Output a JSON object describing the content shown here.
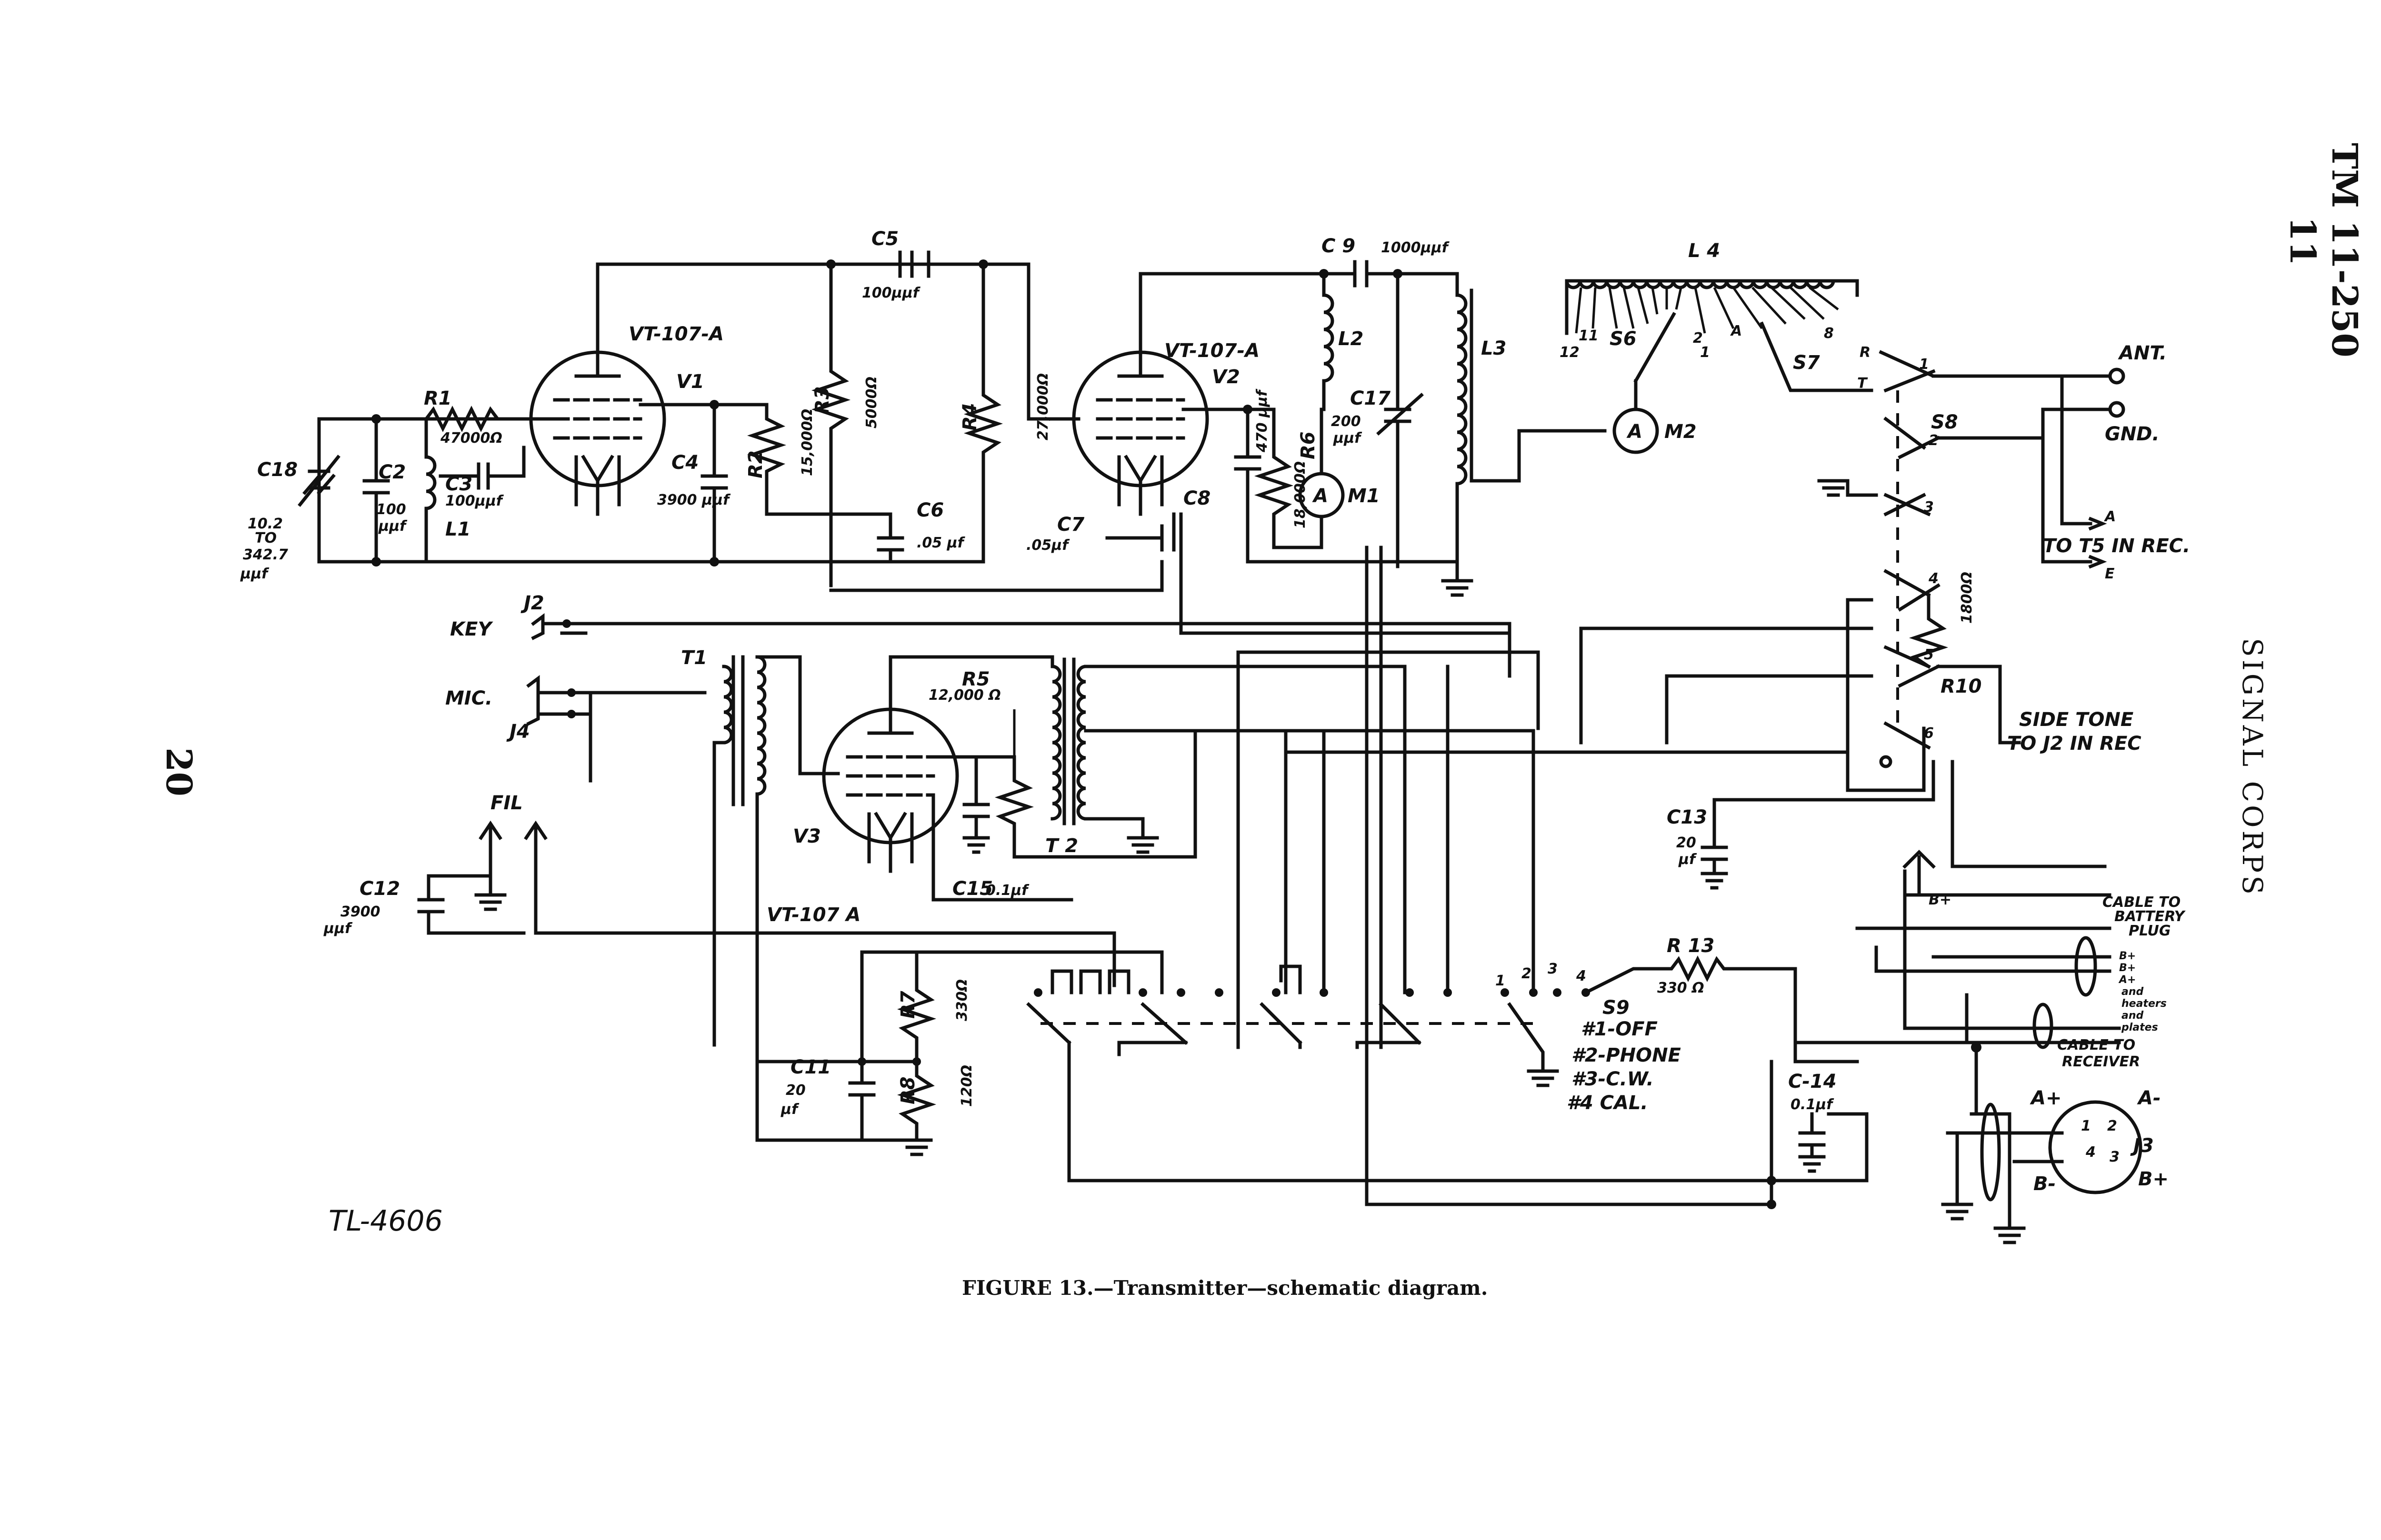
{
  "header": {
    "doc_id": "TM 11-250",
    "section": "11",
    "running_title": "SIGNAL CORPS",
    "page_number": "20",
    "drawing_number": "TL-4606"
  },
  "caption": "FIGURE 13.—Transmitter—schematic diagram.",
  "tubes": [
    {
      "id": "V1",
      "type": "VT-107-A"
    },
    {
      "id": "V2",
      "type": "VT-107-A"
    },
    {
      "id": "V3",
      "type": "VT-107 A"
    }
  ],
  "capacitors": [
    {
      "id": "C18",
      "value": "10.2 TO 342.7 μμf"
    },
    {
      "id": "C2",
      "value": "100 μμf"
    },
    {
      "id": "C3",
      "value": "100μμf"
    },
    {
      "id": "C4",
      "value": "3900 μμf"
    },
    {
      "id": "C5",
      "value": "100μμf"
    },
    {
      "id": "C6",
      "value": ".05 μf"
    },
    {
      "id": "C7",
      "value": ".05μf"
    },
    {
      "id": "C8",
      "value": "470 μμf"
    },
    {
      "id": "C9",
      "value": "1000μμf"
    },
    {
      "id": "C17",
      "value": "200 μμf"
    },
    {
      "id": "C11",
      "value": "20 μf"
    },
    {
      "id": "C12",
      "value": "3900 μμf"
    },
    {
      "id": "C13",
      "value": "20 μf"
    },
    {
      "id": "C-14",
      "value": "0.1μf"
    },
    {
      "id": "C15",
      "value": "0.1μf"
    }
  ],
  "resistors": [
    {
      "id": "R1",
      "value": "47000Ω"
    },
    {
      "id": "R2",
      "value": "15,000Ω"
    },
    {
      "id": "R3",
      "value": "5000Ω"
    },
    {
      "id": "R4",
      "value": "27,000Ω"
    },
    {
      "id": "R5",
      "value": "12,000 Ω"
    },
    {
      "id": "R6",
      "value": "18,000Ω"
    },
    {
      "id": "R7",
      "value": "330Ω"
    },
    {
      "id": "R8",
      "value": "120Ω"
    },
    {
      "id": "R10",
      "value": "1800Ω"
    },
    {
      "id": "R 13",
      "value": "330 Ω"
    }
  ],
  "inductors": [
    "L1",
    "L2",
    "L3",
    "L 4"
  ],
  "transformers": [
    "T1",
    "T2"
  ],
  "meters": [
    {
      "id": "M1",
      "symbol": "A"
    },
    {
      "id": "M2",
      "symbol": "A"
    }
  ],
  "switches": [
    "S6",
    "S7",
    "S8",
    "S9"
  ],
  "jacks": [
    "J2",
    "J3",
    "J4"
  ],
  "inputs": {
    "key": "KEY",
    "mic": "MIC.",
    "fil": "FIL"
  },
  "antenna": {
    "ant": "ANT.",
    "gnd": "GND."
  },
  "to_receiver": {
    "label": "TO T5 IN REC.",
    "a": "A",
    "e": "E"
  },
  "side_tone": {
    "line1": "SIDE TONE",
    "line2": "TO J2 IN REC"
  },
  "battery_cable": {
    "line1": "CABLE TO",
    "line2": "BATTERY",
    "line3": "PLUG",
    "pins": [
      "B+",
      "B+",
      "A+"
    ],
    "note1": "and",
    "note2": "heaters",
    "note3": "and",
    "note4": "plates"
  },
  "receiver_cable": {
    "line1": "CABLE TO",
    "line2": "RECEIVER"
  },
  "b_plus": "B+",
  "j3_pins": {
    "a_plus": "A+",
    "a_minus": "A-",
    "b_minus": "B-",
    "b_plus": "B+",
    "p1": "1",
    "p2": "2",
    "p3": "3",
    "p4": "4"
  },
  "s9_positions": {
    "numbers": [
      "1",
      "2",
      "3",
      "4"
    ],
    "legend": [
      "#1-OFF",
      "#2-PHONE",
      "#3-C.W.",
      "#4 CAL."
    ]
  },
  "s8_positions": [
    "1",
    "2",
    "3",
    "4",
    "5",
    "6"
  ],
  "s6_taps": [
    "12",
    "11",
    "2",
    "1",
    "A"
  ],
  "s7_taps": [
    "8",
    "R",
    "T"
  ],
  "s8_contacts": [
    "R",
    "T"
  ]
}
